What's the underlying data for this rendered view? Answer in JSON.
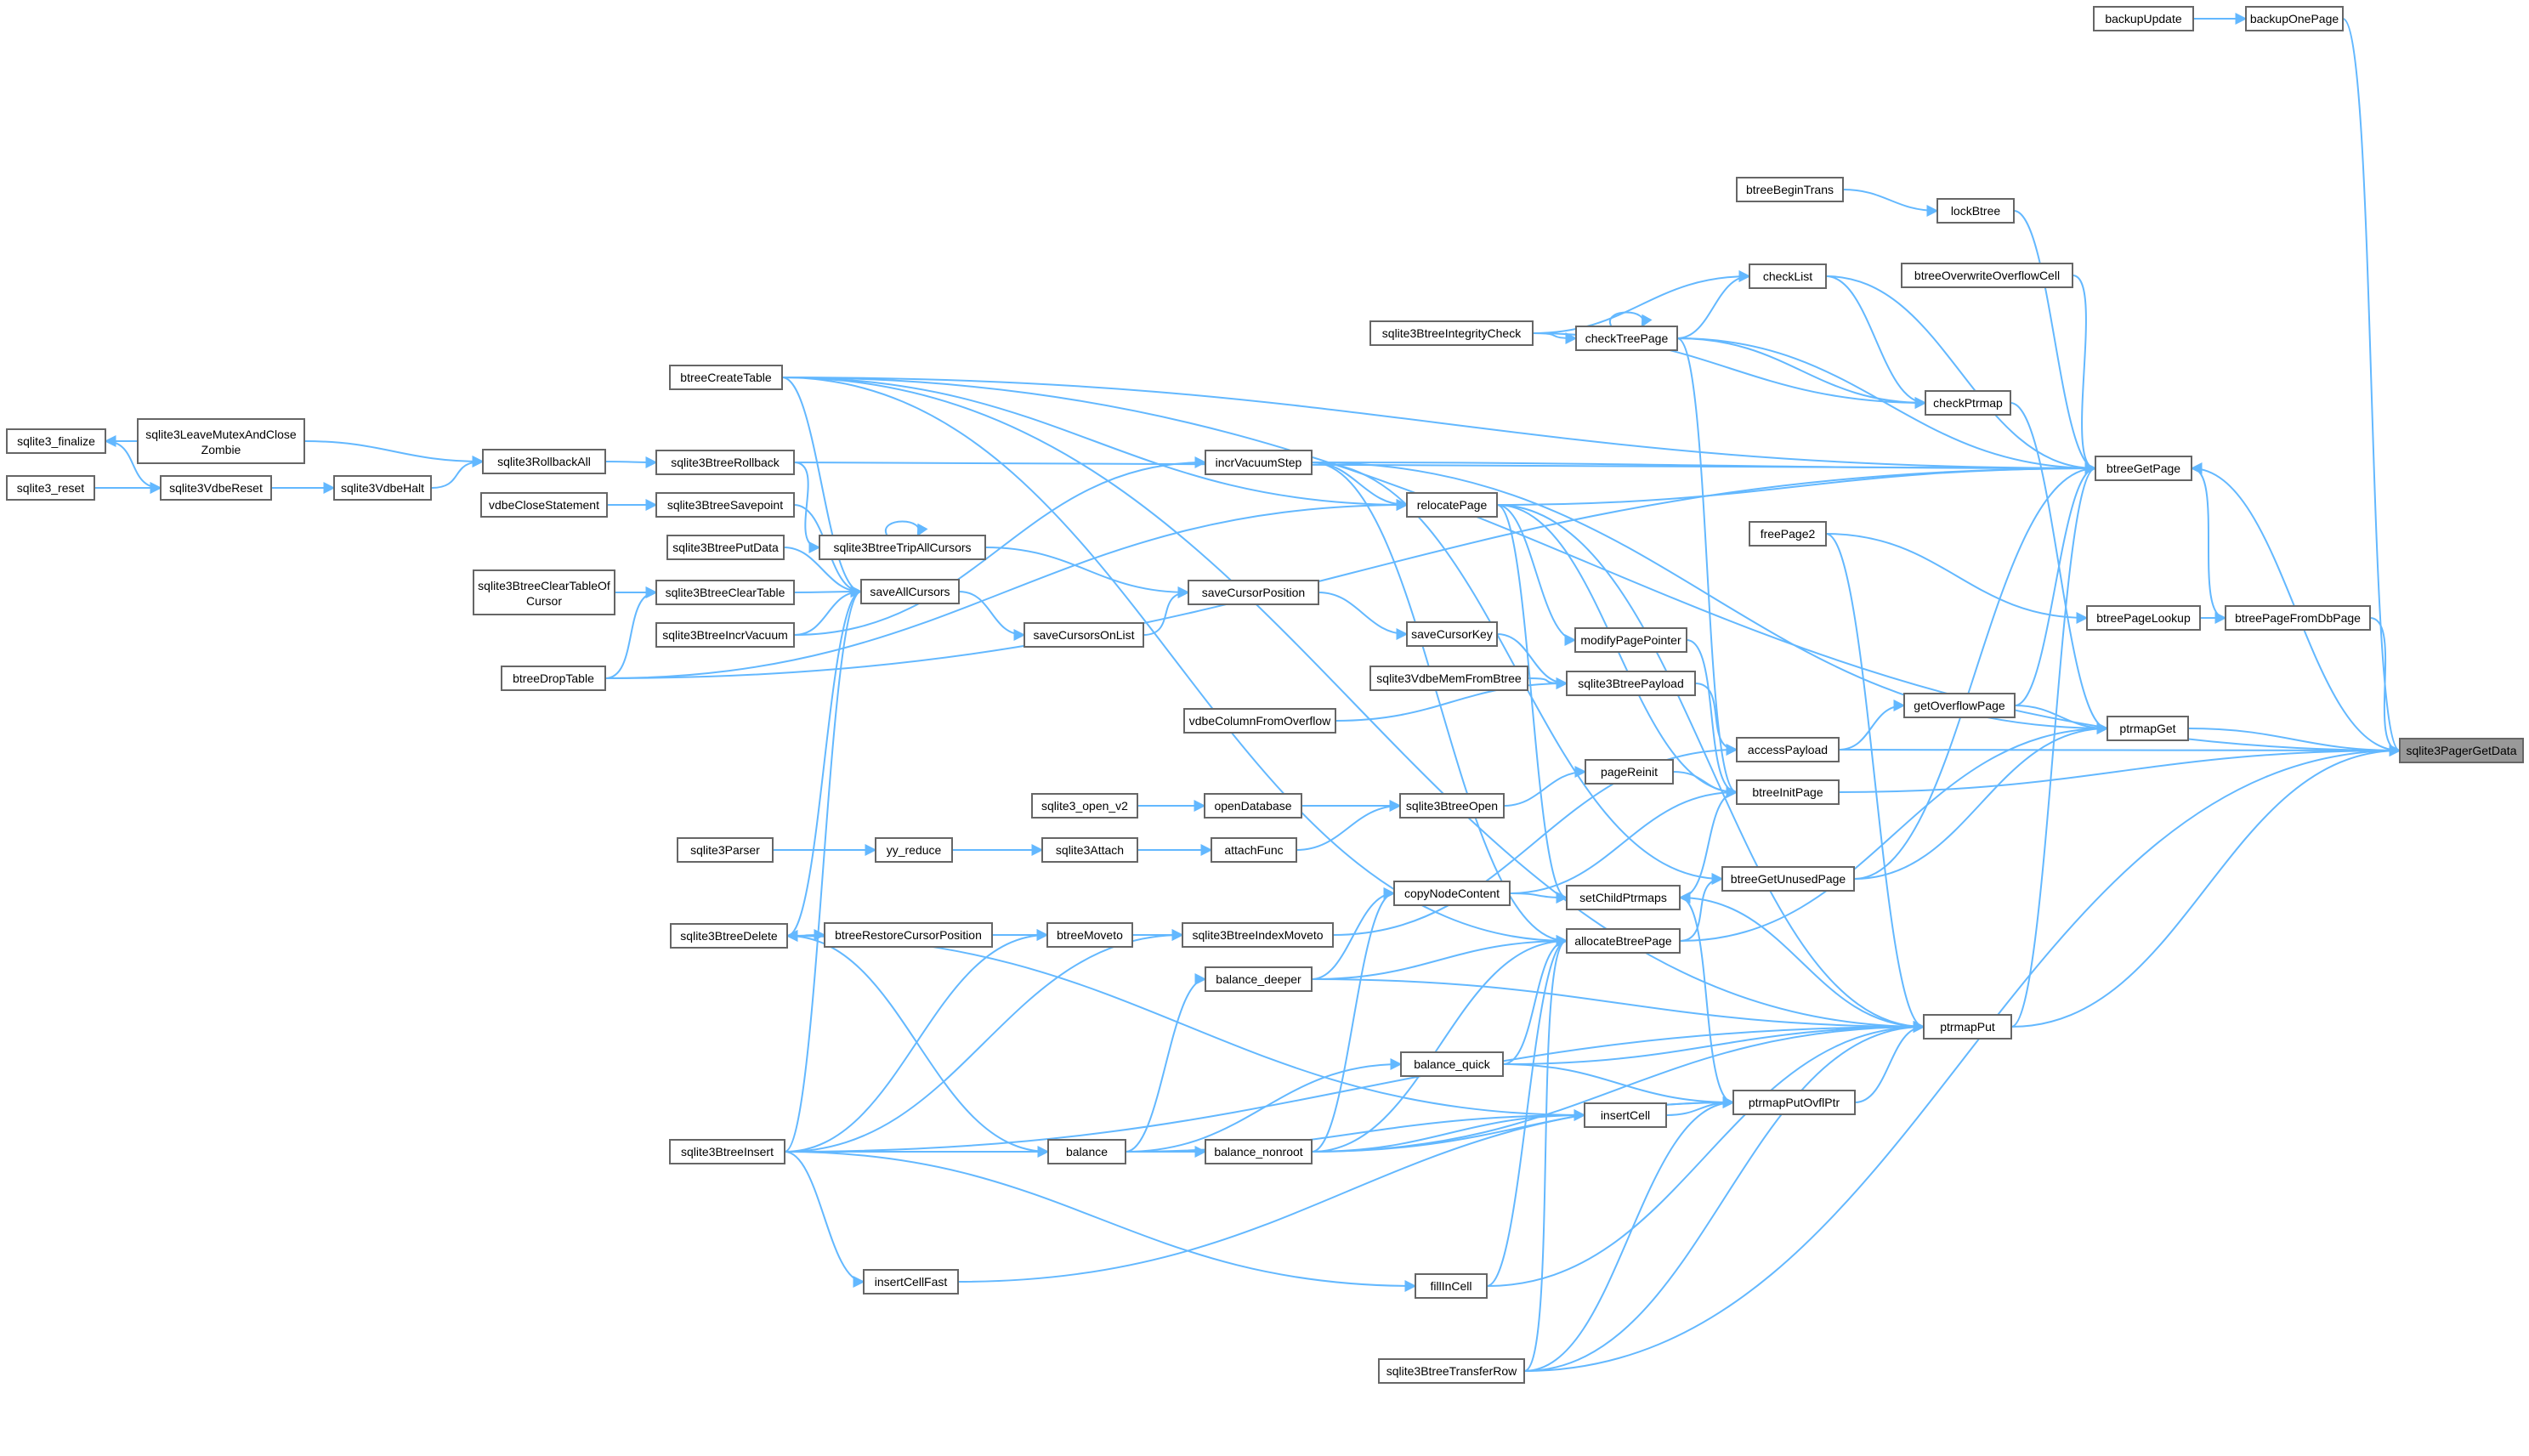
{
  "colors": {
    "edge": "#63b8ff",
    "node_border": "#666666",
    "focus_fill": "#999999",
    "background": "#ffffff"
  },
  "graph": {
    "nodes": [
      {
        "id": "backupUpdate",
        "label": "backupUpdate"
      },
      {
        "id": "backupOnePage",
        "label": "backupOnePage"
      },
      {
        "id": "btreeBeginTrans",
        "label": "btreeBeginTrans"
      },
      {
        "id": "lockBtree",
        "label": "lockBtree"
      },
      {
        "id": "btreeOverwriteOverflowCell",
        "label": "btreeOverwriteOverflowCell"
      },
      {
        "id": "checkList",
        "label": "checkList"
      },
      {
        "id": "sqlite3BtreeIntegrityCheck",
        "label": "sqlite3BtreeIntegrityCheck"
      },
      {
        "id": "checkTreePage",
        "label": "checkTreePage"
      },
      {
        "id": "btreeCreateTable",
        "label": "btreeCreateTable"
      },
      {
        "id": "checkPtrmap",
        "label": "checkPtrmap"
      },
      {
        "id": "sqlite3_finalize",
        "label": "sqlite3_finalize"
      },
      {
        "id": "sqlite3LeaveMutexAndCloseZombie",
        "label": [
          "sqlite3LeaveMutexAndClose",
          "Zombie"
        ]
      },
      {
        "id": "sqlite3RollbackAll",
        "label": "sqlite3RollbackAll"
      },
      {
        "id": "sqlite3BtreeRollback",
        "label": "sqlite3BtreeRollback"
      },
      {
        "id": "incrVacuumStep",
        "label": "incrVacuumStep"
      },
      {
        "id": "btreeGetPage",
        "label": "btreeGetPage"
      },
      {
        "id": "sqlite3_reset",
        "label": "sqlite3_reset"
      },
      {
        "id": "sqlite3VdbeReset",
        "label": "sqlite3VdbeReset"
      },
      {
        "id": "sqlite3VdbeHalt",
        "label": "sqlite3VdbeHalt"
      },
      {
        "id": "vdbeCloseStatement",
        "label": "vdbeCloseStatement"
      },
      {
        "id": "sqlite3BtreeSavepoint",
        "label": "sqlite3BtreeSavepoint"
      },
      {
        "id": "relocatePage",
        "label": "relocatePage"
      },
      {
        "id": "freePage2",
        "label": "freePage2"
      },
      {
        "id": "sqlite3BtreeTripAllCursors",
        "label": "sqlite3BtreeTripAllCursors"
      },
      {
        "id": "sqlite3BtreePutData",
        "label": "sqlite3BtreePutData"
      },
      {
        "id": "sqlite3BtreeClearTableOfCursor",
        "label": [
          "sqlite3BtreeClearTableOf",
          "Cursor"
        ]
      },
      {
        "id": "sqlite3BtreeClearTable",
        "label": "sqlite3BtreeClearTable"
      },
      {
        "id": "saveAllCursors",
        "label": "saveAllCursors"
      },
      {
        "id": "saveCursorPosition",
        "label": "saveCursorPosition"
      },
      {
        "id": "btreePageLookup",
        "label": "btreePageLookup"
      },
      {
        "id": "btreePageFromDbPage",
        "label": "btreePageFromDbPage"
      },
      {
        "id": "sqlite3BtreeIncrVacuum",
        "label": "sqlite3BtreeIncrVacuum"
      },
      {
        "id": "saveCursorsOnList",
        "label": "saveCursorsOnList"
      },
      {
        "id": "saveCursorKey",
        "label": "saveCursorKey"
      },
      {
        "id": "modifyPagePointer",
        "label": "modifyPagePointer"
      },
      {
        "id": "btreeDropTable",
        "label": "btreeDropTable"
      },
      {
        "id": "sqlite3VdbeMemFromBtree",
        "label": "sqlite3VdbeMemFromBtree"
      },
      {
        "id": "sqlite3BtreePayload",
        "label": "sqlite3BtreePayload"
      },
      {
        "id": "getOverflowPage",
        "label": "getOverflowPage"
      },
      {
        "id": "ptrmapGet",
        "label": "ptrmapGet"
      },
      {
        "id": "vdbeColumnFromOverflow",
        "label": "vdbeColumnFromOverflow"
      },
      {
        "id": "accessPayload",
        "label": "accessPayload"
      },
      {
        "id": "sqlite3PagerGetData",
        "label": "sqlite3PagerGetData"
      },
      {
        "id": "pageReinit",
        "label": "pageReinit"
      },
      {
        "id": "btreeInitPage",
        "label": "btreeInitPage"
      },
      {
        "id": "sqlite3_open_v2",
        "label": "sqlite3_open_v2"
      },
      {
        "id": "openDatabase",
        "label": "openDatabase"
      },
      {
        "id": "sqlite3BtreeOpen",
        "label": "sqlite3BtreeOpen"
      },
      {
        "id": "sqlite3Parser",
        "label": "sqlite3Parser"
      },
      {
        "id": "yy_reduce",
        "label": "yy_reduce"
      },
      {
        "id": "sqlite3Attach",
        "label": "sqlite3Attach"
      },
      {
        "id": "attachFunc",
        "label": "attachFunc"
      },
      {
        "id": "btreeGetUnusedPage",
        "label": "btreeGetUnusedPage"
      },
      {
        "id": "copyNodeContent",
        "label": "copyNodeContent"
      },
      {
        "id": "setChildPtrmaps",
        "label": "setChildPtrmaps"
      },
      {
        "id": "sqlite3BtreeDelete",
        "label": "sqlite3BtreeDelete"
      },
      {
        "id": "btreeRestoreCursorPosition",
        "label": "btreeRestoreCursorPosition"
      },
      {
        "id": "btreeMoveto",
        "label": "btreeMoveto"
      },
      {
        "id": "sqlite3BtreeIndexMoveto",
        "label": "sqlite3BtreeIndexMoveto"
      },
      {
        "id": "allocateBtreePage",
        "label": "allocateBtreePage"
      },
      {
        "id": "balance_deeper",
        "label": "balance_deeper"
      },
      {
        "id": "ptrmapPut",
        "label": "ptrmapPut"
      },
      {
        "id": "balance_quick",
        "label": "balance_quick"
      },
      {
        "id": "ptrmapPutOvflPtr",
        "label": "ptrmapPutOvflPtr"
      },
      {
        "id": "insertCell",
        "label": "insertCell"
      },
      {
        "id": "sqlite3BtreeInsert",
        "label": "sqlite3BtreeInsert"
      },
      {
        "id": "balance",
        "label": "balance"
      },
      {
        "id": "balance_nonroot",
        "label": "balance_nonroot"
      },
      {
        "id": "insertCellFast",
        "label": "insertCellFast"
      },
      {
        "id": "fillInCell",
        "label": "fillInCell"
      },
      {
        "id": "sqlite3BtreeTransferRow",
        "label": "sqlite3BtreeTransferRow"
      }
    ],
    "edges": [
      [
        "backupUpdate",
        "backupOnePage"
      ],
      [
        "backupOnePage",
        "sqlite3PagerGetData"
      ],
      [
        "btreeBeginTrans",
        "lockBtree"
      ],
      [
        "lockBtree",
        "btreeGetPage"
      ],
      [
        "btreeOverwriteOverflowCell",
        "btreeGetPage"
      ],
      [
        "checkList",
        "btreeGetPage"
      ],
      [
        "sqlite3BtreeIntegrityCheck",
        "checkList"
      ],
      [
        "sqlite3BtreeIntegrityCheck",
        "checkTreePage"
      ],
      [
        "checkTreePage",
        "checkList"
      ],
      [
        "checkTreePage",
        "checkTreePage"
      ],
      [
        "checkTreePage",
        "btreeGetPage"
      ],
      [
        "checkTreePage",
        "checkPtrmap"
      ],
      [
        "checkTreePage",
        "btreeInitPage"
      ],
      [
        "checkList",
        "checkPtrmap"
      ],
      [
        "sqlite3BtreeIntegrityCheck",
        "checkPtrmap"
      ],
      [
        "checkPtrmap",
        "ptrmapGet"
      ],
      [
        "btreeCreateTable",
        "btreeGetPage"
      ],
      [
        "btreeCreateTable",
        "ptrmapPut"
      ],
      [
        "btreeCreateTable",
        "relocatePage"
      ],
      [
        "btreeCreateTable",
        "saveAllCursors"
      ],
      [
        "btreeCreateTable",
        "allocateBtreePage"
      ],
      [
        "sqlite3LeaveMutexAndCloseZombie",
        "sqlite3_finalize"
      ],
      [
        "sqlite3_finalize",
        "sqlite3VdbeReset"
      ],
      [
        "sqlite3_reset",
        "sqlite3VdbeReset"
      ],
      [
        "sqlite3VdbeReset",
        "sqlite3VdbeHalt"
      ],
      [
        "sqlite3VdbeHalt",
        "sqlite3RollbackAll"
      ],
      [
        "sqlite3LeaveMutexAndCloseZombie",
        "sqlite3RollbackAll"
      ],
      [
        "sqlite3RollbackAll",
        "sqlite3BtreeRollback"
      ],
      [
        "sqlite3BtreeRollback",
        "btreeGetPage"
      ],
      [
        "sqlite3BtreeRollback",
        "sqlite3BtreeTripAllCursors"
      ],
      [
        "vdbeCloseStatement",
        "sqlite3BtreeSavepoint"
      ],
      [
        "sqlite3BtreeSavepoint",
        "saveAllCursors"
      ],
      [
        "sqlite3BtreeTripAllCursors",
        "sqlite3BtreeTripAllCursors"
      ],
      [
        "sqlite3BtreeTripAllCursors",
        "saveCursorPosition"
      ],
      [
        "sqlite3BtreePutData",
        "saveAllCursors"
      ],
      [
        "sqlite3BtreeClearTableOfCursor",
        "sqlite3BtreeClearTable"
      ],
      [
        "sqlite3BtreeClearTable",
        "saveAllCursors"
      ],
      [
        "btreeDropTable",
        "sqlite3BtreeClearTable"
      ],
      [
        "btreeDropTable",
        "btreeGetPage"
      ],
      [
        "btreeDropTable",
        "relocatePage"
      ],
      [
        "saveAllCursors",
        "saveCursorsOnList"
      ],
      [
        "saveCursorsOnList",
        "saveCursorPosition"
      ],
      [
        "saveCursorPosition",
        "saveCursorKey"
      ],
      [
        "saveCursorKey",
        "sqlite3BtreePayload"
      ],
      [
        "sqlite3BtreeIncrVacuum",
        "saveAllCursors"
      ],
      [
        "sqlite3BtreeIncrVacuum",
        "incrVacuumStep"
      ],
      [
        "incrVacuumStep",
        "btreeGetPage"
      ],
      [
        "incrVacuumStep",
        "relocatePage"
      ],
      [
        "incrVacuumStep",
        "ptrmapGet"
      ],
      [
        "incrVacuumStep",
        "allocateBtreePage"
      ],
      [
        "incrVacuumStep",
        "btreeGetUnusedPage"
      ],
      [
        "relocatePage",
        "btreeGetPage"
      ],
      [
        "relocatePage",
        "modifyPagePointer"
      ],
      [
        "relocatePage",
        "setChildPtrmaps"
      ],
      [
        "relocatePage",
        "ptrmapPut"
      ],
      [
        "relocatePage",
        "btreeInitPage"
      ],
      [
        "freePage2",
        "btreePageLookup"
      ],
      [
        "btreePageLookup",
        "btreePageFromDbPage"
      ],
      [
        "btreePageFromDbPage",
        "btreeGetPage"
      ],
      [
        "btreePageFromDbPage",
        "sqlite3PagerGetData"
      ],
      [
        "btreeGetPage",
        "sqlite3PagerGetData"
      ],
      [
        "modifyPagePointer",
        "btreeInitPage"
      ],
      [
        "vdbeColumnFromOverflow",
        "sqlite3BtreePayload"
      ],
      [
        "sqlite3VdbeMemFromBtree",
        "sqlite3BtreePayload"
      ],
      [
        "sqlite3BtreePayload",
        "accessPayload"
      ],
      [
        "accessPayload",
        "getOverflowPage"
      ],
      [
        "accessPayload",
        "sqlite3PagerGetData"
      ],
      [
        "getOverflowPage",
        "btreeGetPage"
      ],
      [
        "getOverflowPage",
        "ptrmapGet"
      ],
      [
        "ptrmapGet",
        "sqlite3PagerGetData"
      ],
      [
        "btreeInitPage",
        "sqlite3PagerGetData"
      ],
      [
        "pageReinit",
        "btreeInitPage"
      ],
      [
        "sqlite3BtreeOpen",
        "pageReinit"
      ],
      [
        "sqlite3_open_v2",
        "openDatabase"
      ],
      [
        "openDatabase",
        "sqlite3BtreeOpen"
      ],
      [
        "sqlite3Parser",
        "yy_reduce"
      ],
      [
        "yy_reduce",
        "sqlite3Attach"
      ],
      [
        "sqlite3Attach",
        "attachFunc"
      ],
      [
        "attachFunc",
        "sqlite3BtreeOpen"
      ],
      [
        "btreeGetUnusedPage",
        "btreeGetPage"
      ],
      [
        "btreeGetUnusedPage",
        "ptrmapGet"
      ],
      [
        "copyNodeContent",
        "btreeInitPage"
      ],
      [
        "copyNodeContent",
        "setChildPtrmaps"
      ],
      [
        "setChildPtrmaps",
        "btreeInitPage"
      ],
      [
        "setChildPtrmaps",
        "ptrmapPut"
      ],
      [
        "sqlite3BtreeDelete",
        "saveAllCursors"
      ],
      [
        "sqlite3BtreeDelete",
        "btreeRestoreCursorPosition"
      ],
      [
        "btreeRestoreCursorPosition",
        "btreeMoveto"
      ],
      [
        "btreeMoveto",
        "sqlite3BtreeIndexMoveto"
      ],
      [
        "sqlite3BtreeIndexMoveto",
        "accessPayload"
      ],
      [
        "allocateBtreePage",
        "btreeGetUnusedPage"
      ],
      [
        "allocateBtreePage",
        "ptrmapGet"
      ],
      [
        "balance_deeper",
        "copyNodeContent"
      ],
      [
        "balance_deeper",
        "allocateBtreePage"
      ],
      [
        "balance_quick",
        "allocateBtreePage"
      ],
      [
        "balance_quick",
        "ptrmapPut"
      ],
      [
        "balance_quick",
        "ptrmapPutOvflPtr"
      ],
      [
        "ptrmapPutOvflPtr",
        "ptrmapPut"
      ],
      [
        "ptrmapPutOvflPtr",
        "setChildPtrmaps"
      ],
      [
        "insertCell",
        "ptrmapPutOvflPtr"
      ],
      [
        "insertCell",
        "sqlite3BtreeDelete"
      ],
      [
        "sqlite3BtreeInsert",
        "saveAllCursors"
      ],
      [
        "sqlite3BtreeInsert",
        "btreeMoveto"
      ],
      [
        "sqlite3BtreeInsert",
        "sqlite3BtreeIndexMoveto"
      ],
      [
        "sqlite3BtreeInsert",
        "balance"
      ],
      [
        "sqlite3BtreeInsert",
        "insertCellFast"
      ],
      [
        "sqlite3BtreeInsert",
        "fillInCell"
      ],
      [
        "sqlite3BtreeInsert",
        "ptrmapPut"
      ],
      [
        "balance",
        "balance_deeper"
      ],
      [
        "balance",
        "balance_quick"
      ],
      [
        "balance",
        "balance_nonroot"
      ],
      [
        "balance",
        "sqlite3BtreeDelete"
      ],
      [
        "balance",
        "insertCell"
      ],
      [
        "balance_nonroot",
        "copyNodeContent"
      ],
      [
        "balance_nonroot",
        "allocateBtreePage"
      ],
      [
        "balance_nonroot",
        "insertCell"
      ],
      [
        "balance_nonroot",
        "ptrmapPut"
      ],
      [
        "balance_nonroot",
        "ptrmapPutOvflPtr"
      ],
      [
        "balance_deeper",
        "ptrmapPut"
      ],
      [
        "insertCellFast",
        "ptrmapPutOvflPtr"
      ],
      [
        "fillInCell",
        "allocateBtreePage"
      ],
      [
        "fillInCell",
        "ptrmapPut"
      ],
      [
        "sqlite3BtreeTransferRow",
        "allocateBtreePage"
      ],
      [
        "sqlite3BtreeTransferRow",
        "ptrmapPut"
      ],
      [
        "sqlite3BtreeTransferRow",
        "sqlite3PagerGetData"
      ],
      [
        "sqlite3BtreeTransferRow",
        "ptrmapPutOvflPtr"
      ],
      [
        "ptrmapPut",
        "sqlite3PagerGetData"
      ],
      [
        "ptrmapPut",
        "btreeGetPage"
      ],
      [
        "freePage2",
        "ptrmapPut"
      ],
      [
        "btreeCreateTable",
        "sqlite3PagerGetData"
      ]
    ]
  }
}
